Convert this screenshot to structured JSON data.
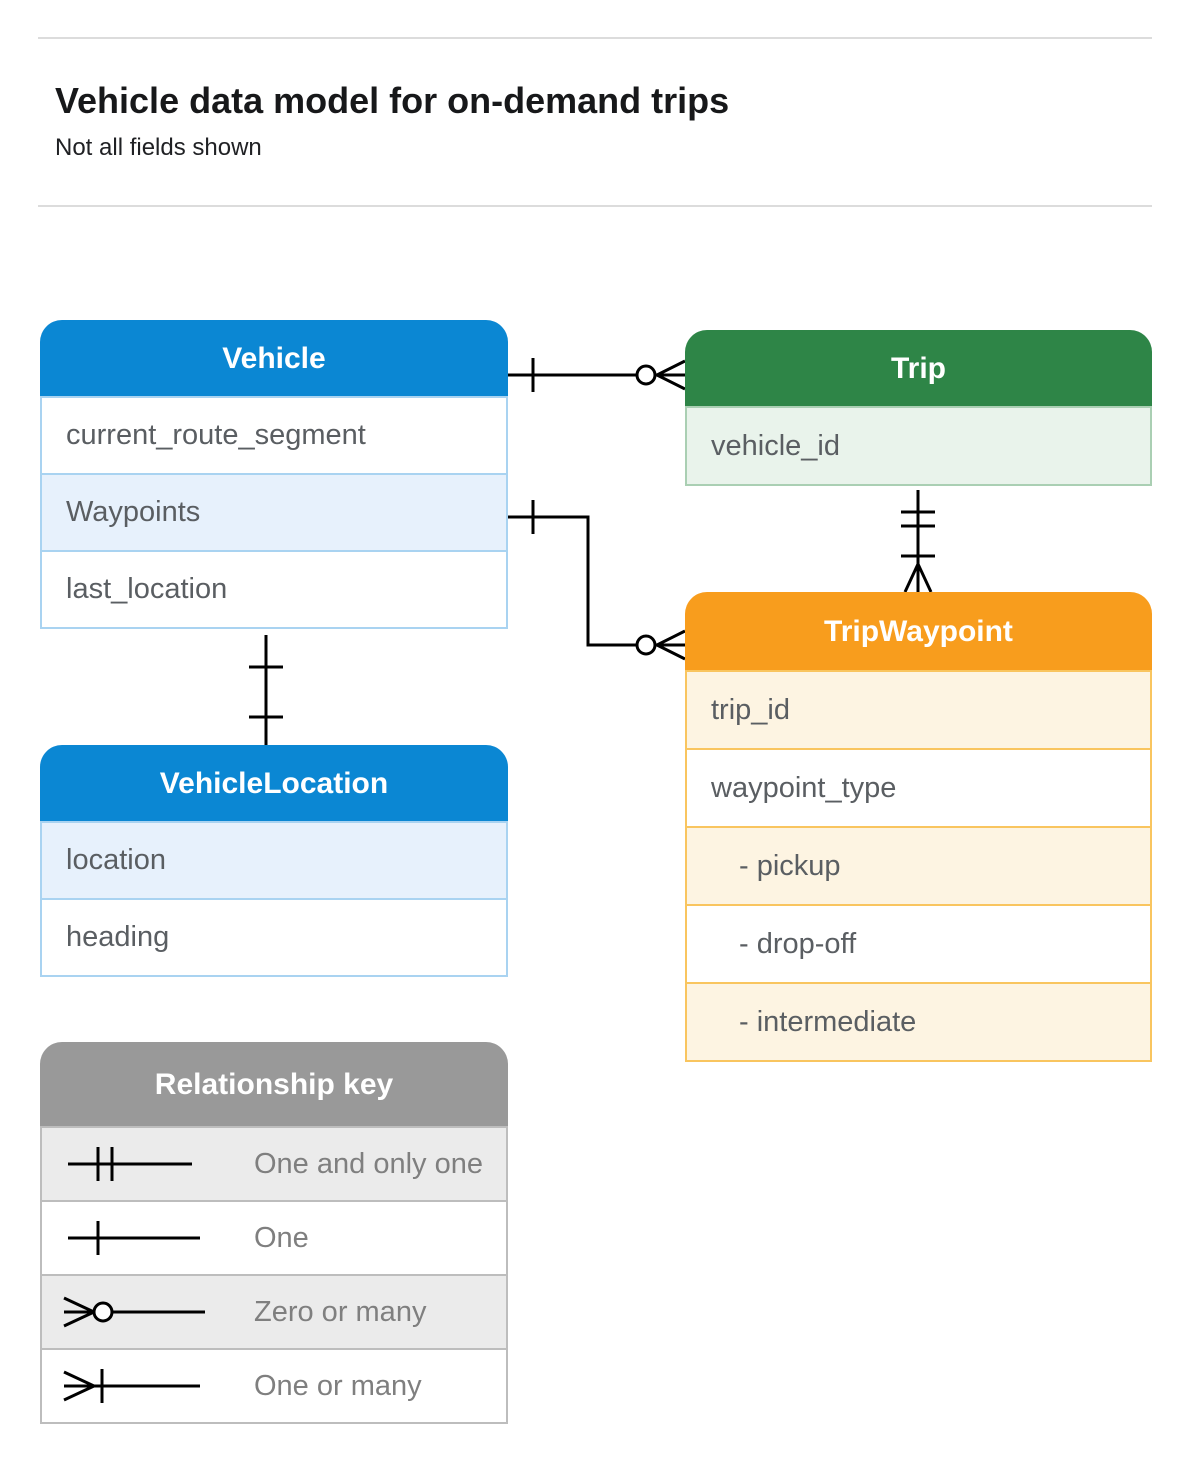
{
  "page": {
    "title": "Vehicle data model for on-demand trips",
    "subtitle": "Not all fields shown"
  },
  "entities": [
    {
      "id": "vehicle",
      "title": "Vehicle",
      "fields": [
        "current_route_segment",
        "Waypoints",
        "last_location"
      ]
    },
    {
      "id": "trip",
      "title": "Trip",
      "fields": [
        "vehicle_id"
      ]
    },
    {
      "id": "trip-waypoint",
      "title": "TripWaypoint",
      "fields": [
        "trip_id",
        "waypoint_type",
        "- pickup",
        "- drop-off",
        "- intermediate"
      ]
    },
    {
      "id": "vehicle-location",
      "title": "VehicleLocation",
      "fields": [
        "location",
        "heading"
      ]
    }
  ],
  "relationships": [
    {
      "from": "Vehicle",
      "to": "Trip",
      "from_cardinality": "one",
      "to_cardinality": "zero-or-many"
    },
    {
      "from": "Vehicle.Waypoints",
      "to": "TripWaypoint",
      "from_cardinality": "one",
      "to_cardinality": "zero-or-many"
    },
    {
      "from": "Trip",
      "to": "TripWaypoint",
      "from_cardinality": "one-and-only-one",
      "to_cardinality": "one-or-many"
    },
    {
      "from": "Vehicle",
      "to": "VehicleLocation",
      "from_cardinality": "one",
      "to_cardinality": "one"
    }
  ],
  "legend": {
    "title": "Relationship key",
    "items": [
      {
        "symbol": "one-and-only-one",
        "label": "One and only one"
      },
      {
        "symbol": "one",
        "label": "One"
      },
      {
        "symbol": "zero-or-many",
        "label": "Zero or many"
      },
      {
        "symbol": "one-or-many",
        "label": "One or many"
      }
    ]
  },
  "colors": {
    "vehicle_header": "#0b87d3",
    "vehicle_row_shade": "#e7f1fc",
    "vehicle_border": "#a9d3f1",
    "trip_header": "#2e8547",
    "trip_row_shade": "#e9f3eb",
    "trip_border": "#aacfb3",
    "trip_waypoint_header": "#f89d1d",
    "trip_waypoint_row_shade": "#fdf4e2",
    "trip_waypoint_border": "#f9c55f",
    "legend_header": "#999999",
    "legend_row_shade": "#ebebeb",
    "field_text": "#5a5e62",
    "legend_text": "#7f7f7f",
    "connector": "#000000"
  }
}
